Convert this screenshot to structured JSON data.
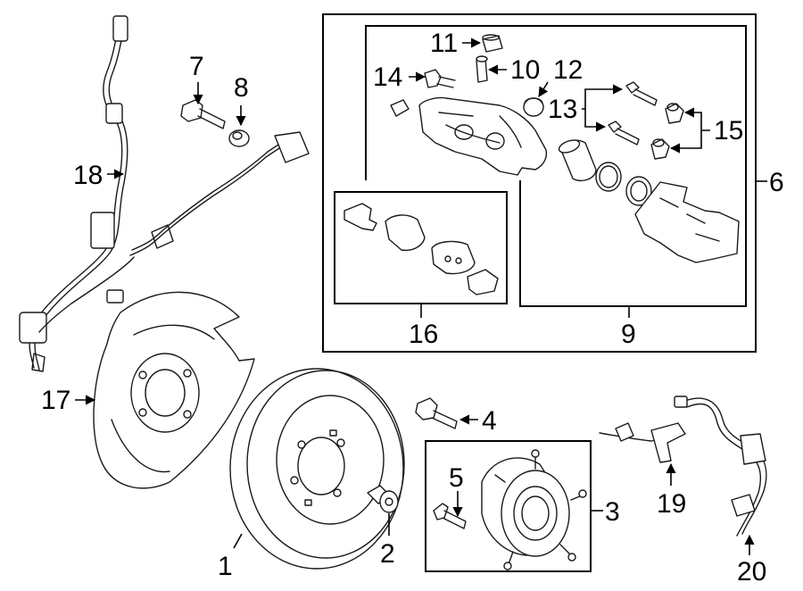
{
  "callouts": {
    "c1": "1",
    "c2": "2",
    "c3": "3",
    "c4": "4",
    "c5": "5",
    "c6": "6",
    "c7": "7",
    "c8": "8",
    "c9": "9",
    "c10": "10",
    "c11": "11",
    "c12": "12",
    "c13": "13",
    "c14": "14",
    "c15": "15",
    "c16": "16",
    "c17": "17",
    "c18": "18",
    "c19": "19",
    "c20": "20"
  },
  "colors": {
    "line": "#1a1a1a",
    "background": "#ffffff",
    "shade": "#e6e6e6"
  }
}
